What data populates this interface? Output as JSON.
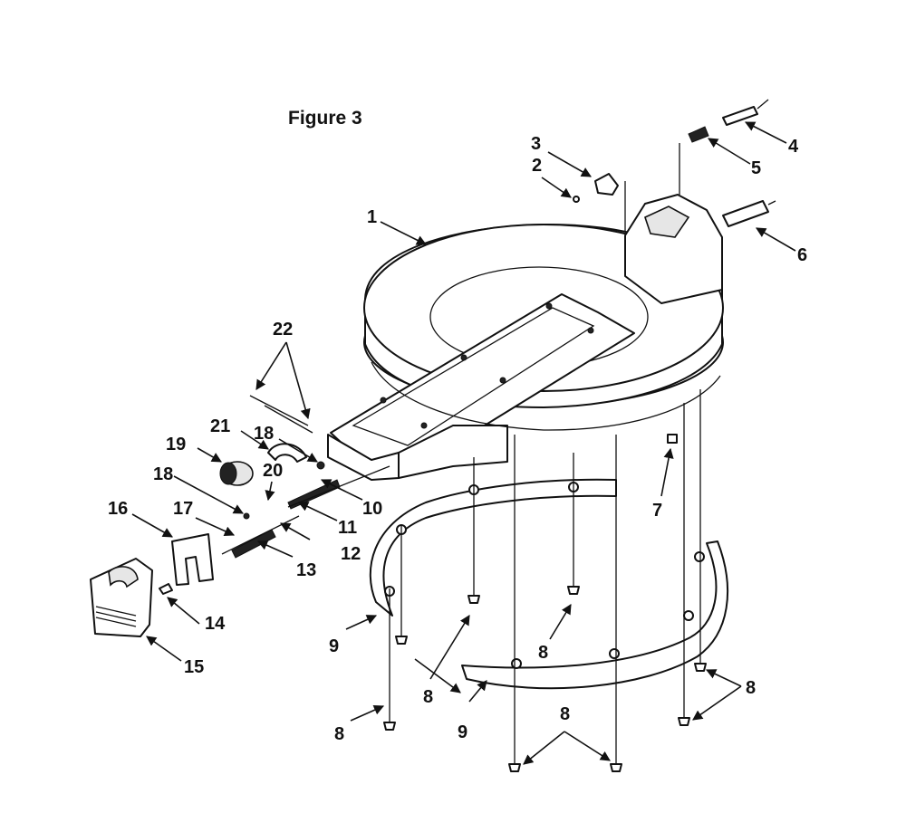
{
  "figure_title": "Figure 3",
  "callouts": {
    "c1": "1",
    "c2": "2",
    "c3": "3",
    "c4": "4",
    "c5": "5",
    "c6": "6",
    "c7": "7",
    "c8a": "8",
    "c8b": "8",
    "c8c": "8",
    "c8d": "8",
    "c8e": "8",
    "c9a": "9",
    "c9b": "9",
    "c10": "10",
    "c11": "11",
    "c12": "12",
    "c13": "13",
    "c14": "14",
    "c15": "15",
    "c16": "16",
    "c17": "17",
    "c18a": "18",
    "c18b": "18",
    "c19": "19",
    "c20": "20",
    "c21": "21",
    "c22": "22"
  }
}
